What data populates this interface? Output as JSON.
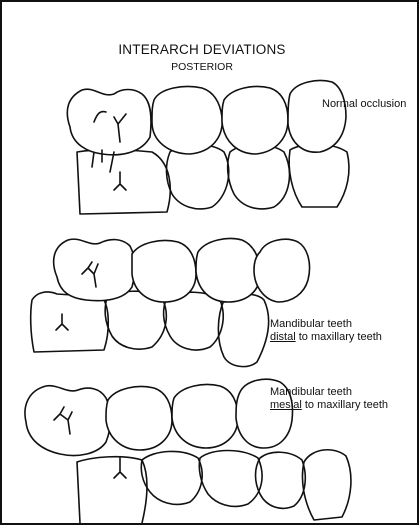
{
  "title": "INTERARCH DEVIATIONS",
  "subtitle": "POSTERIOR",
  "rows": [
    {
      "label_line1": "Normal occlusion",
      "label_line2_prefix": "",
      "label_line2_underlined": "",
      "label_line2_suffix": ""
    },
    {
      "label_line1": "Mandibular teeth",
      "label_line2_prefix": "",
      "label_line2_underlined": "distal",
      "label_line2_suffix": " to maxillary teeth"
    },
    {
      "label_line1": "Mandibular teeth",
      "label_line2_prefix": "",
      "label_line2_underlined": "mesial",
      "label_line2_suffix": " to maxillary teeth"
    }
  ]
}
